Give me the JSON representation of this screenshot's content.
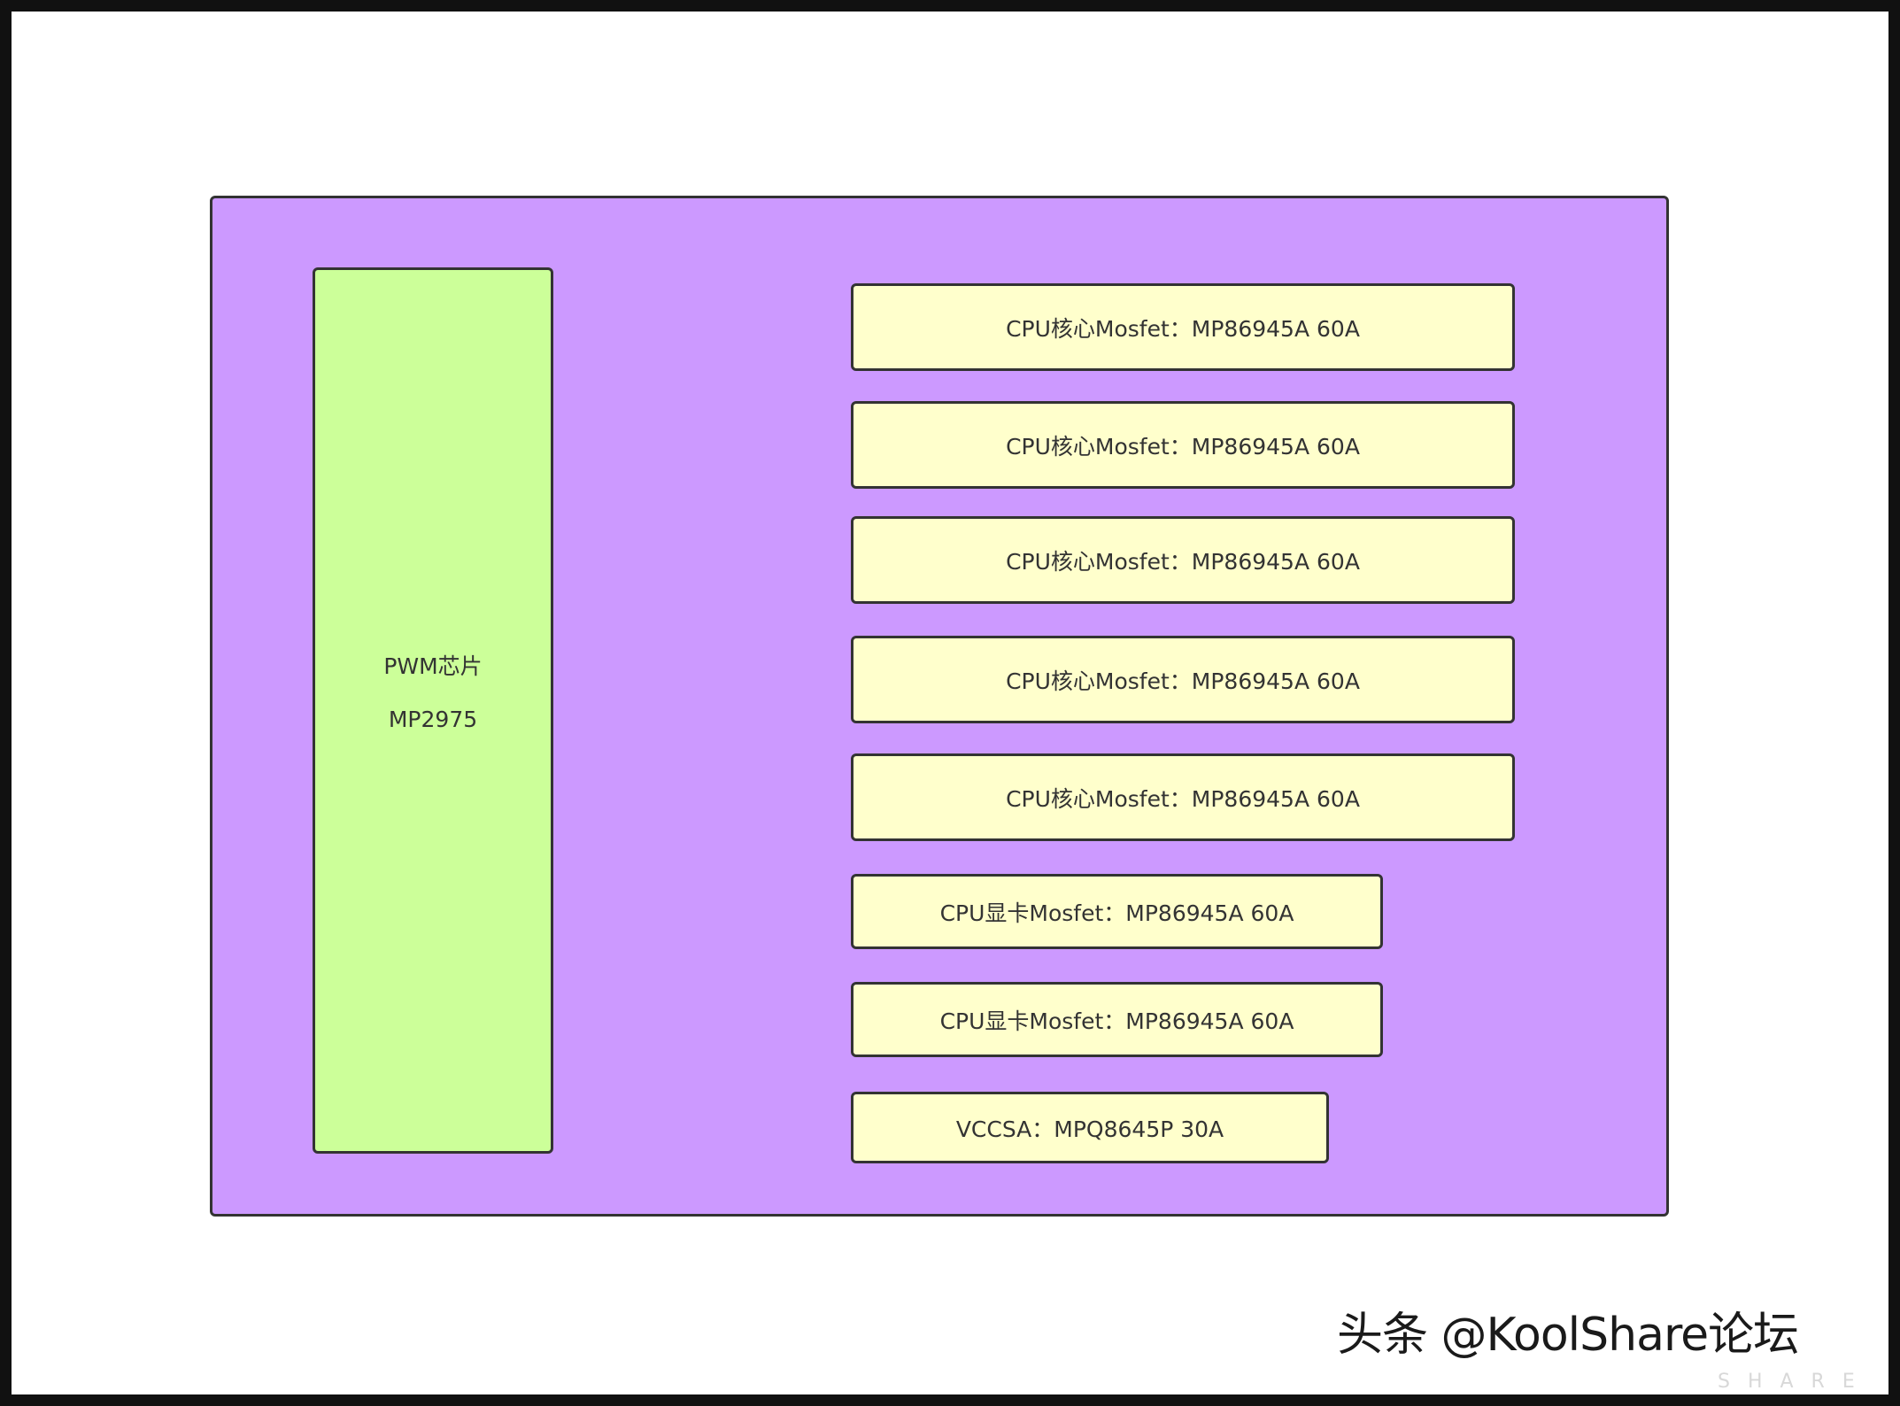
{
  "colors": {
    "border": "#333333",
    "board": "#cc99ff",
    "pwm": "#ccff99",
    "mosfet": "#ffffcc",
    "frame": "#111111"
  },
  "pwm": {
    "line1": "PWM芯片",
    "line2": "MP2975"
  },
  "mosfets": [
    "CPU核心Mosfet：MP86945A 60A",
    "CPU核心Mosfet：MP86945A 60A",
    "CPU核心Mosfet：MP86945A 60A",
    "CPU核心Mosfet：MP86945A 60A",
    "CPU核心Mosfet：MP86945A 60A",
    "CPU显卡Mosfet：MP86945A 60A",
    "CPU显卡Mosfet：MP86945A 60A",
    "VCCSA：MPQ8645P 30A"
  ],
  "watermark": {
    "text": "头条 @KoolShare论坛",
    "sub": "SHARE"
  }
}
